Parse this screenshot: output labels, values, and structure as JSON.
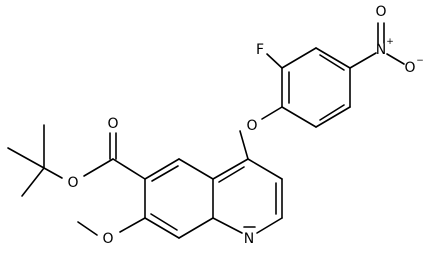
{
  "molecule": {
    "atoms": {
      "F": "F",
      "N_nitro": "N",
      "N_nitro_charge": "+",
      "O_nitro_top": "O",
      "O_nitro_right": "O",
      "O_nitro_right_charge": "−",
      "O_ether": "O",
      "O_carbonyl": "O",
      "O_ester": "O",
      "O_methoxy": "O",
      "N_quinoline": "N"
    }
  }
}
